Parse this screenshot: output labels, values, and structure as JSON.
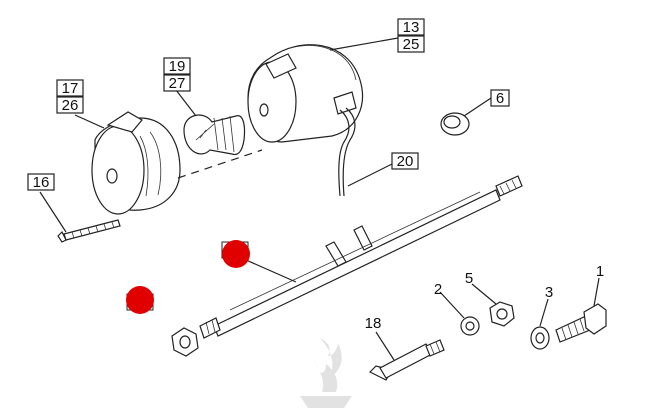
{
  "callouts": {
    "c1": "1",
    "c2": "2",
    "c3": "3",
    "c5": "5",
    "c6": "6",
    "c13": "13",
    "c25": "25",
    "c16": "16",
    "c17": "17",
    "c26": "26",
    "c18": "18",
    "c19": "19",
    "c27": "27",
    "c20": "20"
  },
  "colors": {
    "line": "#222222",
    "marker": "#e00000",
    "watermark": "#d9d9d9"
  }
}
